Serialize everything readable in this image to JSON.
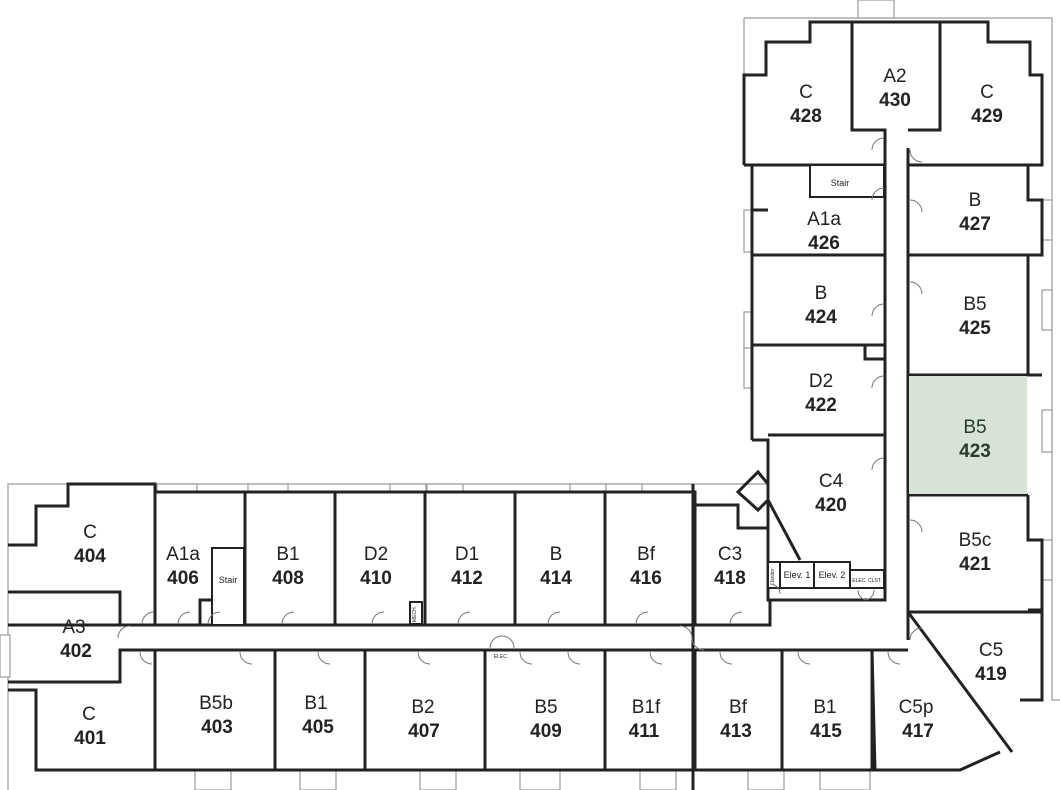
{
  "highlight_color": "#d8e3d8",
  "wall_color": "#222222",
  "rooms": {
    "r428": {
      "type": "C",
      "number": "428"
    },
    "r430": {
      "type": "A2",
      "number": "430"
    },
    "r429": {
      "type": "C",
      "number": "429"
    },
    "r426": {
      "type": "A1a",
      "number": "426"
    },
    "r427": {
      "type": "B",
      "number": "427"
    },
    "r424": {
      "type": "B",
      "number": "424"
    },
    "r425": {
      "type": "B5",
      "number": "425"
    },
    "r422": {
      "type": "D2",
      "number": "422"
    },
    "r423": {
      "type": "B5",
      "number": "423",
      "highlighted": true
    },
    "r420": {
      "type": "C4",
      "number": "420"
    },
    "r421": {
      "type": "B5c",
      "number": "421"
    },
    "r419": {
      "type": "C5",
      "number": "419"
    },
    "r404": {
      "type": "C",
      "number": "404"
    },
    "r406": {
      "type": "A1a",
      "number": "406"
    },
    "r408": {
      "type": "B1",
      "number": "408"
    },
    "r410": {
      "type": "D2",
      "number": "410"
    },
    "r412": {
      "type": "D1",
      "number": "412"
    },
    "r414": {
      "type": "B",
      "number": "414"
    },
    "r416": {
      "type": "Bf",
      "number": "416"
    },
    "r418": {
      "type": "C3",
      "number": "418"
    },
    "r402": {
      "type": "A3",
      "number": "402"
    },
    "r401": {
      "type": "C",
      "number": "401"
    },
    "r403": {
      "type": "B5b",
      "number": "403"
    },
    "r405": {
      "type": "B1",
      "number": "405"
    },
    "r407": {
      "type": "B2",
      "number": "407"
    },
    "r409": {
      "type": "B5",
      "number": "409"
    },
    "r411": {
      "type": "B1f",
      "number": "411"
    },
    "r413": {
      "type": "Bf",
      "number": "413"
    },
    "r415": {
      "type": "B1",
      "number": "415"
    },
    "r417": {
      "type": "C5p",
      "number": "417"
    }
  },
  "utility": {
    "stair_north": "Stair",
    "stair_west": "Stair",
    "elev1": "Elev. 1",
    "elev2": "Elev. 2",
    "elec_closet": "ELEC. CLST.",
    "elec_corridor": "ELEC.",
    "mech": "MECH.",
    "janitor": "Janitor"
  }
}
